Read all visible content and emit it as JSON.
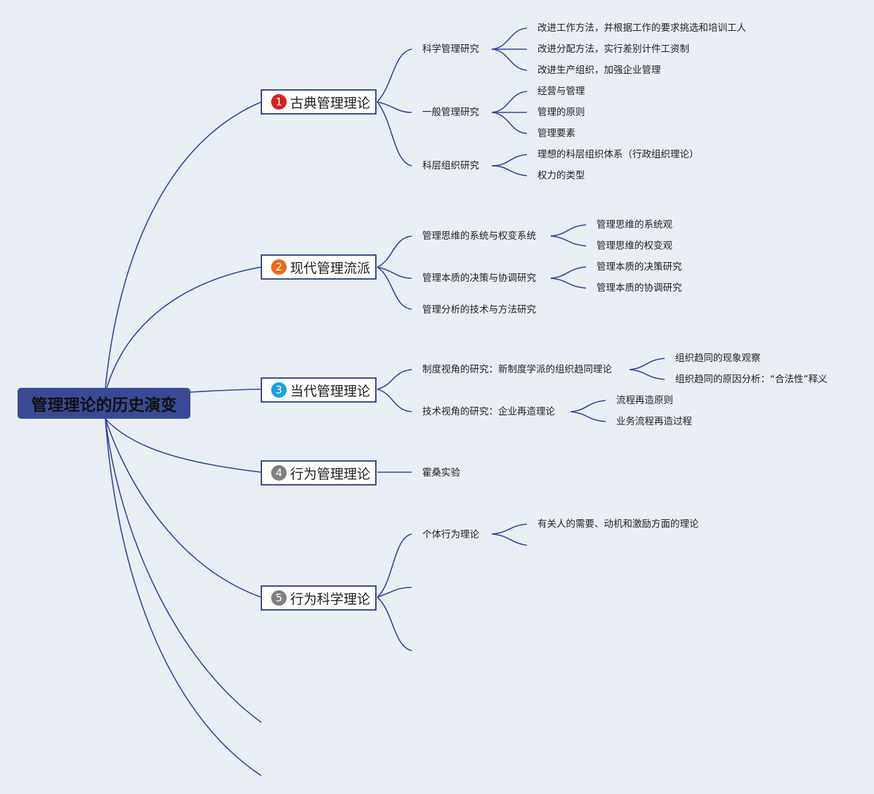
{
  "root": {
    "title": "管理理论的历史演变"
  },
  "colors": {
    "line": "#34469a",
    "root_fill": "#3a4a96"
  },
  "branches": [
    {
      "badge": "1",
      "badge_color": "#d42222",
      "title": "古典管理理论"
    },
    {
      "badge": "2",
      "badge_color": "#e86a1a",
      "title": "现代管理流派"
    },
    {
      "badge": "3",
      "badge_color": "#1f9ee0",
      "title": "当代管理理论"
    },
    {
      "badge": "4",
      "badge_color": "#808080",
      "title": "行为管理理论"
    },
    {
      "badge": "5",
      "badge_color": "#808080",
      "title": "行为科学理论"
    }
  ],
  "topics": [
    "科学管理研究",
    "一般管理研究",
    "科层组织研究",
    "管理思维的系统与权变系统",
    "管理本质的决策与协调研究",
    "管理分析的技术与方法研究",
    "制度视角的研究：新制度学派的组织趋同理论",
    "技术视角的研究：企业再造理论",
    "霍桑实验",
    "个体行为理论"
  ],
  "leaves": [
    "改进工作方法，并根据工作的要求挑选和培训工人",
    "改进分配方法，实行差别计件工资制",
    "改进生产组织，加强企业管理",
    "经营与管理",
    "管理的原则",
    "管理要素",
    "理想的科层组织体系（行政组织理论）",
    "权力的类型",
    "管理思维的系统观",
    "管理思维的权变观",
    "管理本质的决策研究",
    "管理本质的协调研究",
    "组织趋同的现象观察",
    "组织趋同的原因分析：“合法性”释义",
    "流程再造原则",
    "业务流程再造过程",
    "有关人的需要、动机和激励方面的理论"
  ]
}
